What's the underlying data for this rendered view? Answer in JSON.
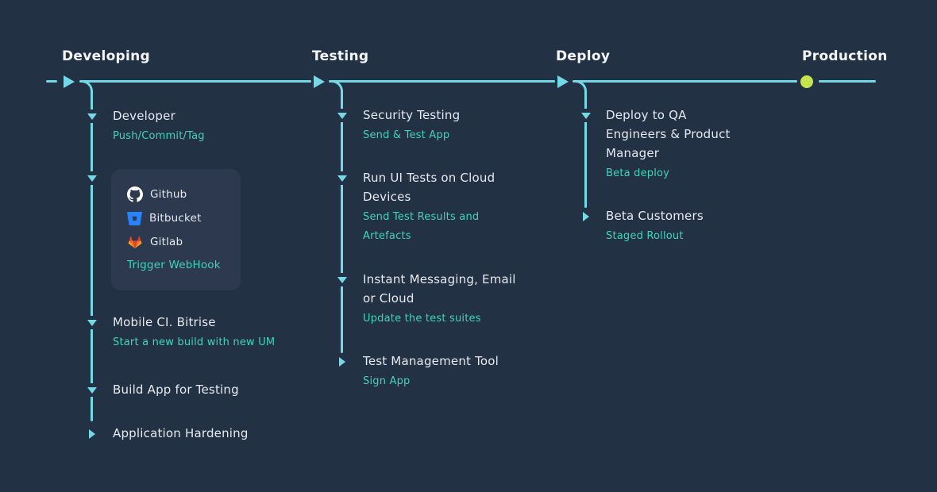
{
  "colors": {
    "background": "#233144",
    "card_background": "#2c394e",
    "line_cyan": "#74d9e6",
    "subtitle_teal": "#3fd4be",
    "production_dot_lime": "#c4e34d",
    "heading_text": "#f4f6f8",
    "item_text": "#e6eaef"
  },
  "stages": [
    {
      "label": "Developing",
      "items": [
        {
          "title": "Developer",
          "subtitle": "Push/Commit/Tag"
        },
        {
          "type": "card",
          "providers": [
            "Github",
            "Bitbucket",
            "Gitlab"
          ],
          "action": "Trigger WebHook"
        },
        {
          "title": "Mobile CI. Bitrise",
          "subtitle": "Start a new build with new UM"
        },
        {
          "title": "Build App for Testing"
        },
        {
          "title": "Application Hardening"
        }
      ]
    },
    {
      "label": "Testing",
      "items": [
        {
          "title": "Security Testing",
          "subtitle": "Send & Test App"
        },
        {
          "title": "Run UI Tests on Cloud Devices",
          "subtitle": "Send Test Results and Artefacts"
        },
        {
          "title": "Instant Messaging, Email or Cloud",
          "subtitle": "Update the test suites"
        },
        {
          "title": "Test Management Tool",
          "subtitle": "Sign App"
        }
      ]
    },
    {
      "label": "Deploy",
      "items": [
        {
          "title": "Deploy to QA Engineers & Product Manager",
          "subtitle": "Beta deploy"
        },
        {
          "title": "Beta Customers",
          "subtitle": "Staged Rollout"
        }
      ]
    },
    {
      "label": "Production",
      "items": []
    }
  ]
}
